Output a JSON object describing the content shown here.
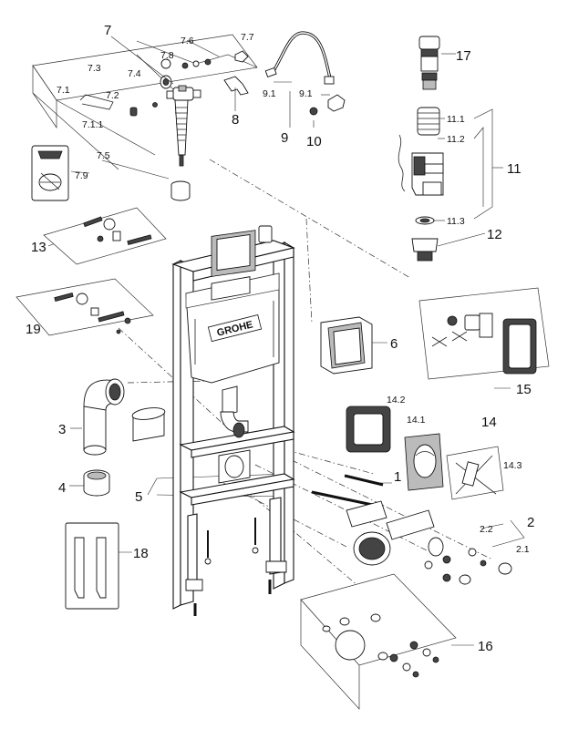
{
  "brand_logo_text": "GROHE",
  "labels": {
    "l7": "7",
    "l7_8": "7.8",
    "l7_6": "7.6",
    "l7_7": "7.7",
    "l7_3": "7.3",
    "l7_4": "7.4",
    "l7_1": "7.1",
    "l7_2": "7.2",
    "l7_1_1": "7.1.1",
    "l7_5": "7.5",
    "l7_9": "7.9",
    "l8": "8",
    "l9_1a": "9.1",
    "l9_1b": "9.1",
    "l9": "9",
    "l10": "10",
    "l17": "17",
    "l11_1": "11.1",
    "l11_2": "11.2",
    "l11": "11",
    "l11_3": "11.3",
    "l12": "12",
    "l13": "13",
    "l19": "19",
    "l6": "6",
    "l15": "15",
    "l3": "3",
    "l14_2": "14.2",
    "l14_1": "14.1",
    "l14": "14",
    "l14_3": "14.3",
    "l4": "4",
    "l1": "1",
    "l5": "5",
    "l2": "2",
    "l2_2": "2.2",
    "l2_1": "2.1",
    "l18": "18",
    "l16": "16"
  }
}
